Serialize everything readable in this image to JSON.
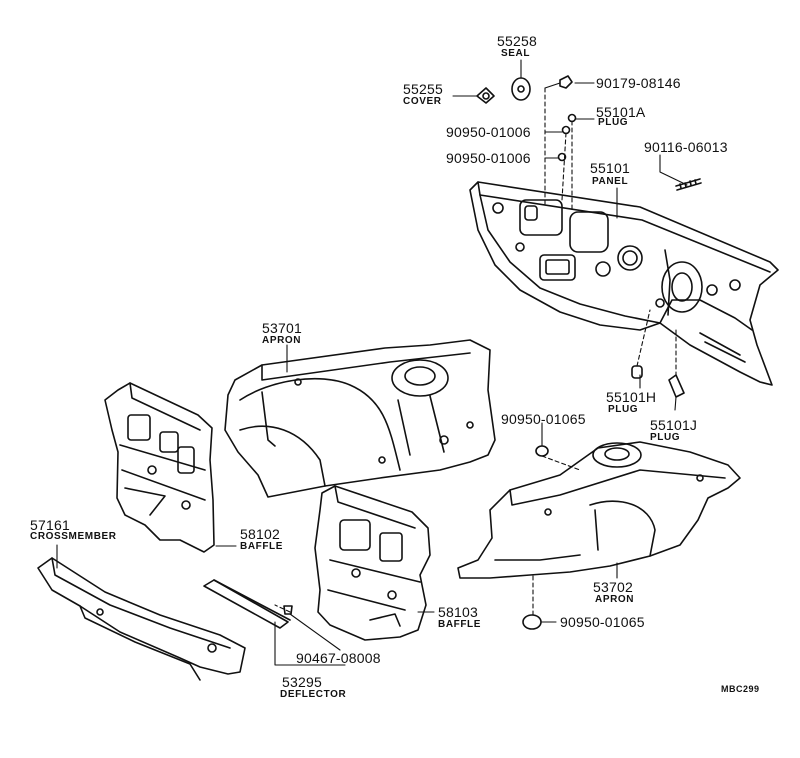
{
  "parts": {
    "p55258": {
      "num": "55258",
      "name": "SEAL"
    },
    "p55255": {
      "num": "55255",
      "name": "COVER"
    },
    "p90179": {
      "num": "90179-08146"
    },
    "p55101A": {
      "num": "55101A",
      "name": "PLUG"
    },
    "p90950a": {
      "num": "90950-01006"
    },
    "p90950b": {
      "num": "90950-01006"
    },
    "p90116": {
      "num": "90116-06013"
    },
    "p55101": {
      "num": "55101",
      "name": "PANEL"
    },
    "p53701": {
      "num": "53701",
      "name": "APRON"
    },
    "p55101H": {
      "num": "55101H",
      "name": "PLUG"
    },
    "p55101J": {
      "num": "55101J",
      "name": "PLUG"
    },
    "p90950c": {
      "num": "90950-01065"
    },
    "p57161": {
      "num": "57161",
      "name": "CROSSMEMBER"
    },
    "p58102": {
      "num": "58102",
      "name": "BAFFLE"
    },
    "p53702": {
      "num": "53702",
      "name": "APRON"
    },
    "p58103": {
      "num": "58103",
      "name": "BAFFLE"
    },
    "p90950d": {
      "num": "90950-01065"
    },
    "p90467": {
      "num": "90467-08008"
    },
    "p53295": {
      "num": "53295",
      "name": "DEFLECTOR"
    }
  },
  "drawing_code": "MBC299"
}
